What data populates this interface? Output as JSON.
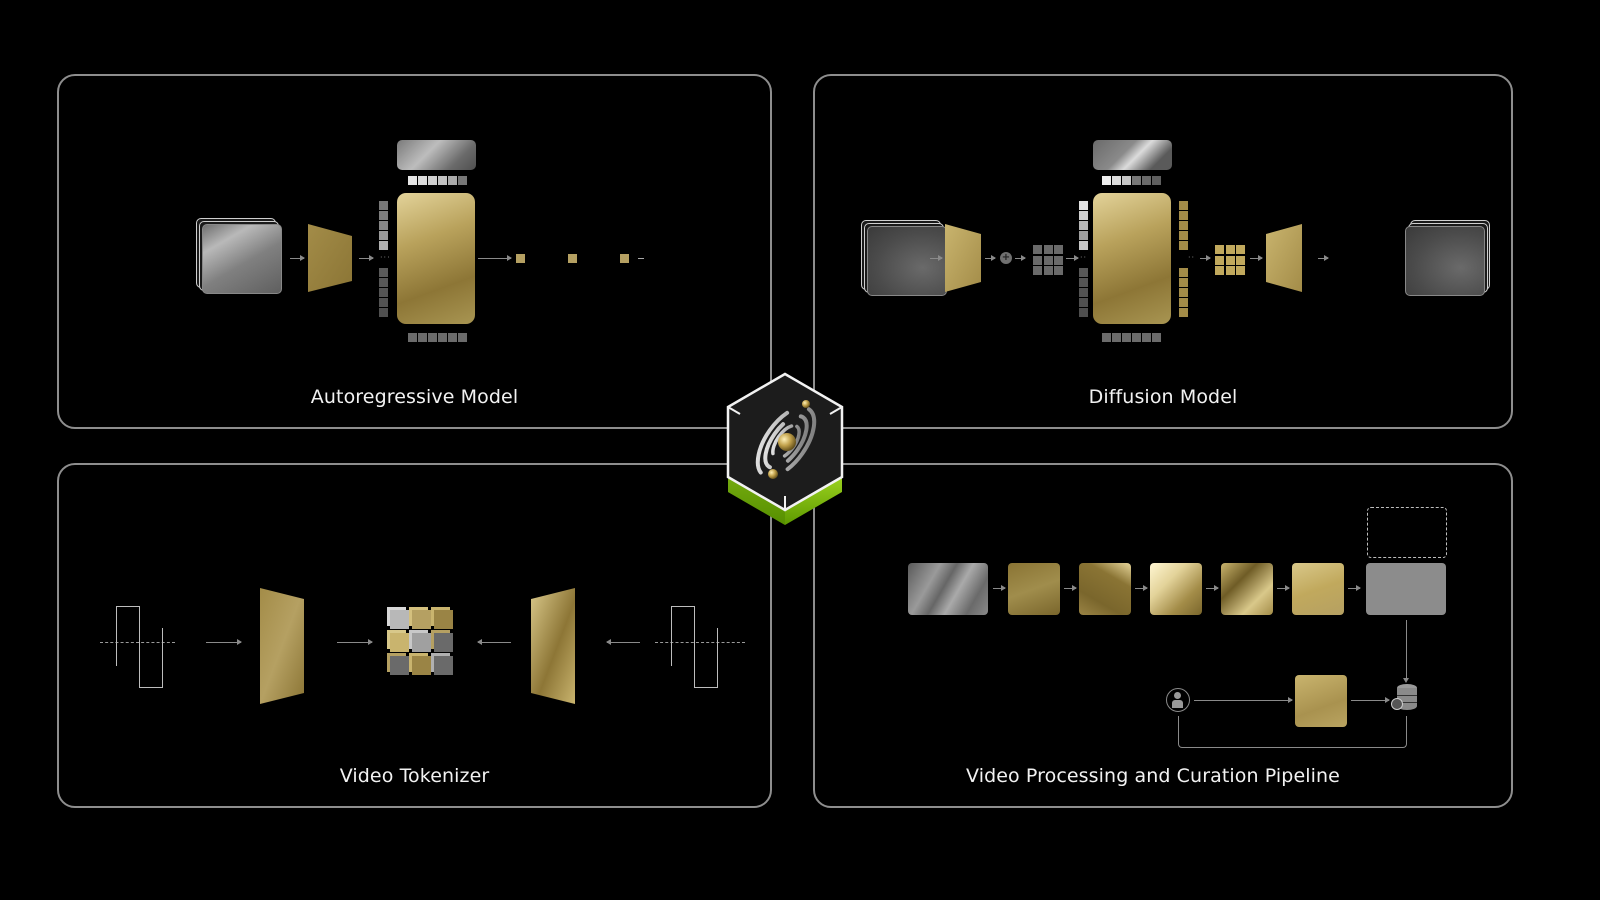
{
  "panels": {
    "autoregressive": {
      "title": "Autoregressive Model"
    },
    "diffusion": {
      "title": "Diffusion Model"
    },
    "tokenizer": {
      "title": "Video Tokenizer"
    },
    "curation": {
      "title": "Video Processing and Curation Pipeline"
    }
  },
  "center_logo": {
    "icon": "galaxy-cube-icon",
    "base_color": "#76b900"
  },
  "colors": {
    "background": "#000000",
    "panel_border": "#8e8e8e",
    "gold": "#b5a062",
    "silver": "#8a8a8a",
    "accent_green": "#76b900"
  },
  "diagram_elements": {
    "autoregressive": [
      "input-video-frames",
      "encoder",
      "token-sequence",
      "transformer-block",
      "output-tokens"
    ],
    "diffusion": [
      "input-video-frames",
      "encoder",
      "noise-add",
      "latent-grid",
      "transformer-block",
      "denoised-latent-grid",
      "decoder",
      "output-video-frames"
    ],
    "tokenizer": [
      "input-signal",
      "encoder",
      "token-cube",
      "decoder",
      "reconstructed-signal"
    ],
    "curation": [
      "raw-video",
      "stage-1",
      "stage-2",
      "stage-3",
      "stage-4",
      "stage-5",
      "curated-output",
      "placeholder-box",
      "annotator",
      "review-stage",
      "database"
    ]
  }
}
